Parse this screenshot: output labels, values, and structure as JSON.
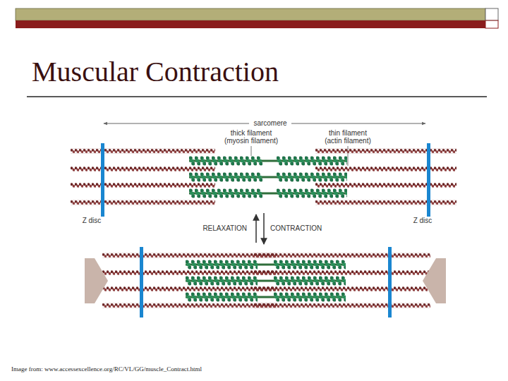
{
  "diagram": {
    "title": "Muscular Contraction",
    "caption": "Image from: www.accessexcellence.org/RC/VL/GG/muscle_Contract.html",
    "labels": [
      "sarcomere",
      "thick filament (myosin filament)",
      "thin filament (actin filament)",
      "Z disc",
      "Z disc",
      "RELAXATION",
      "CONTRACTION"
    ]
  }
}
